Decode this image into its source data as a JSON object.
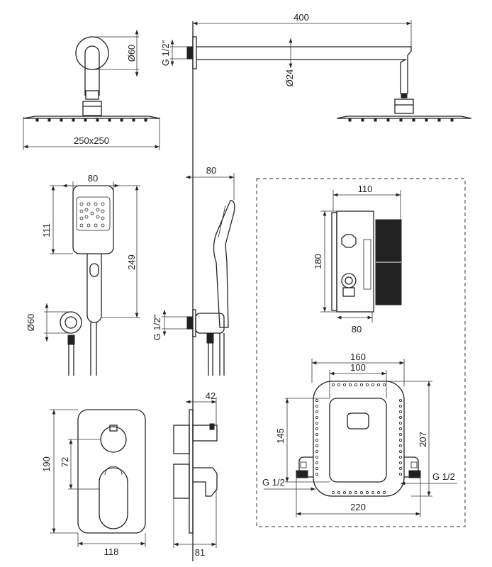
{
  "dimensions": {
    "arm_length": "400",
    "wall_thread_top": "G 1/2\"",
    "flange_diameter_top": "Ø60",
    "arm_diameter": "Ø24",
    "head_size": "250x250",
    "hand_width": "80",
    "hand_depth": "80",
    "hand_head_height": "111",
    "hand_length": "249",
    "bracket_diameter": "Ø60",
    "wall_thread_hand": "G 1/2\"",
    "box_width": "110",
    "box_height": "180",
    "box_depth": "80",
    "frame_width": "160",
    "frame_inner_width": "100",
    "frame_inner_height": "145",
    "frame_height": "207",
    "inlet_left": "G 1/2",
    "inlet_right": "G 1/2",
    "frame_total_width": "220",
    "mixer_projection": "42",
    "mixer_height": "190",
    "mixer_axis_distance": "72",
    "mixer_width": "118",
    "mixer_depth": "81"
  }
}
